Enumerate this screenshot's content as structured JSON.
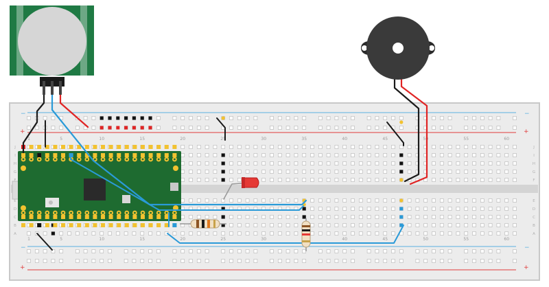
{
  "breadboard": {
    "column_numbers": [
      "1",
      "5",
      "10",
      "15",
      "20",
      "25",
      "30",
      "35",
      "40",
      "45",
      "50",
      "55",
      "60"
    ],
    "row_letters_top": [
      "J",
      "I",
      "H",
      "G",
      "F"
    ],
    "row_letters_bottom": [
      "E",
      "D",
      "C",
      "B",
      "A"
    ],
    "rail_signs": {
      "minus": "−",
      "plus": "+"
    }
  },
  "components": {
    "pir_sensor": "pir-motion-sensor",
    "buzzer": "piezo-buzzer",
    "microcontroller": "pico-board",
    "led": "red-led",
    "resistors": [
      "resistor-1",
      "resistor-2"
    ]
  },
  "colors": {
    "wire_red": "#e02424",
    "wire_black": "#1a1a1a",
    "wire_blue": "#2a9ad8",
    "board_green": "#1e6b30",
    "pir_green": "#1f7a44",
    "led_red": "#e53935",
    "pin_yellow": "#f2c230",
    "rail_red": "#e03a3a",
    "rail_blue": "#5ab0e0"
  }
}
